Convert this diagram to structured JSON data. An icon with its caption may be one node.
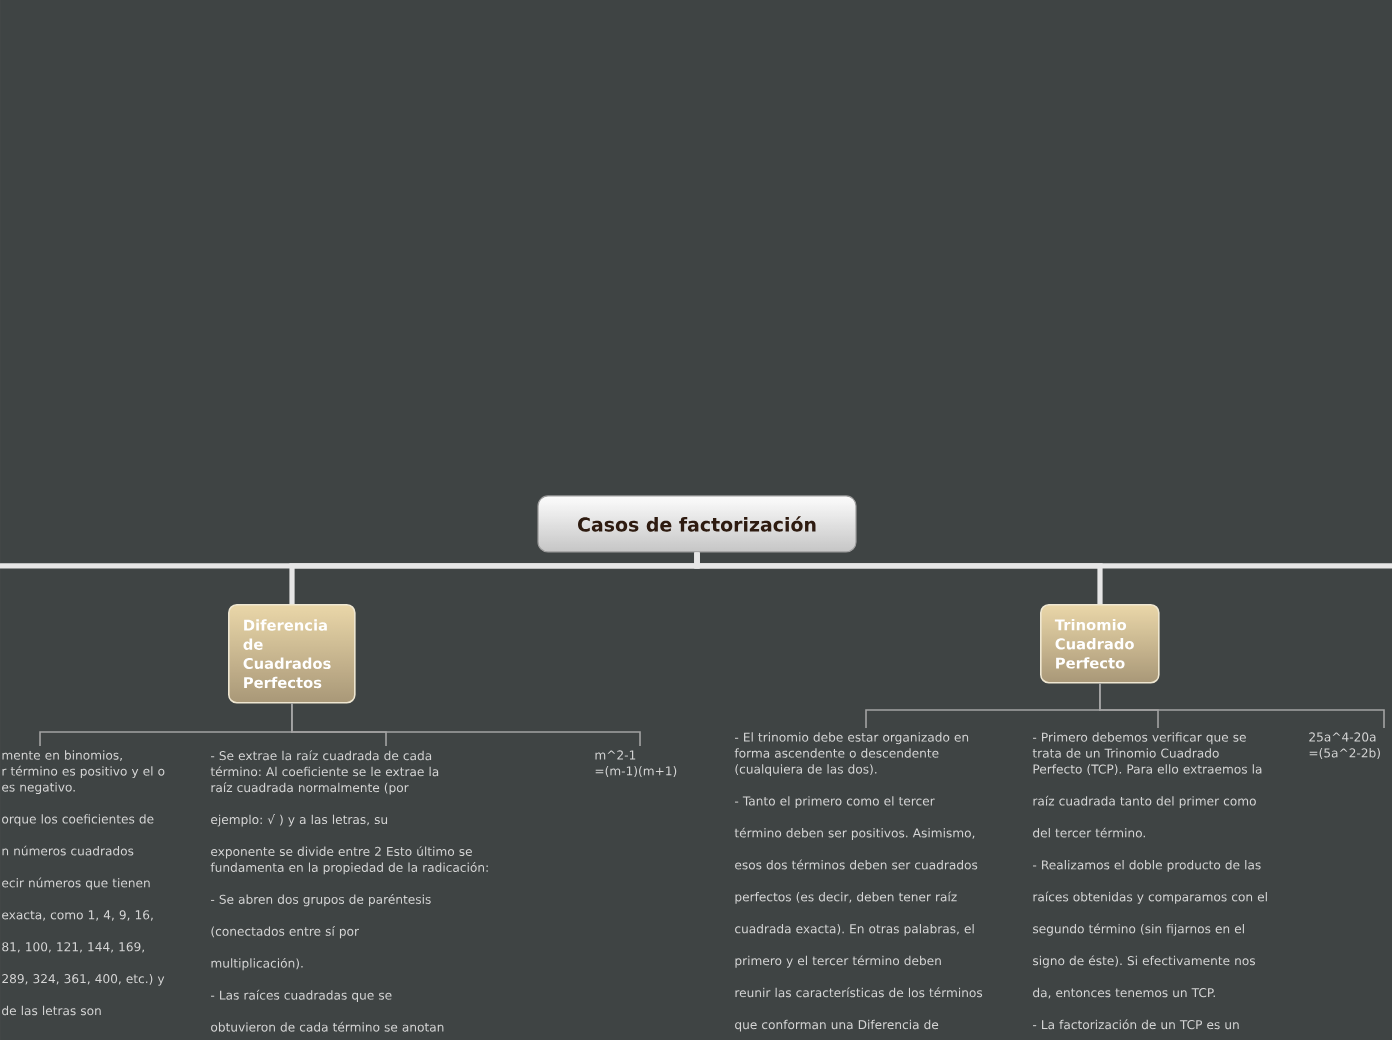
{
  "diagram": {
    "nodes": [
      {
        "text": [
          "Casos de factorización"
        ]
      },
      {
        "text": [
          "Diferencia de Cuadrados Perfectos"
        ]
      },
      {
        "text": [
          "Trinomio Cuadrado Perfecto"
        ]
      },
      {
        "text": [
          "mente en binomios, r término es positivo y el o es negativo.",
          "orque los coeficientes de",
          "n números cuadrados",
          "ecir números que tienen",
          "exacta, como 1, 4, 9, 16,",
          "81, 100, 121, 144, 169,",
          "289, 324, 361, 400, etc.) y",
          "de las letras son"
        ]
      },
      {
        "text": [
          "- Se extrae la raíz cuadrada de cada término: Al coeficiente se le extrae la raíz cuadrada normalmente (por",
          "ejemplo: √ ) y a las letras, su",
          "exponente se divide entre 2 Esto último se fundamenta en la propiedad de la radicación:",
          "- Se abren dos grupos de paréntesis",
          "(conectados entre sí por",
          "multiplicación).",
          "- Las raíces cuadradas que se",
          "obtuvieron de cada término se anotan"
        ]
      },
      {
        "text": [
          "m^2-1 =(m-1)(m+1)"
        ]
      },
      {
        "text": [
          "- El trinomio debe estar organizado en forma ascendente o descendente (cualquiera de las dos).",
          "- Tanto el primero como el tercer",
          "término deben ser positivos. Asimismo,",
          "esos dos términos deben ser cuadrados",
          "perfectos (es decir, deben tener raíz",
          "cuadrada exacta). En otras palabras, el",
          "primero y el tercer término deben",
          "reunir las características de los términos",
          "que conforman una Diferencia de"
        ]
      },
      {
        "text": [
          "- Primero debemos verificar que se trata de un Trinomio Cuadrado Perfecto (TCP). Para ello extraemos la",
          "raíz cuadrada tanto del primer como",
          "del tercer término.",
          "- Realizamos el doble producto de las",
          "raíces obtenidas y comparamos con el",
          "segundo término (sin fijarnos en el",
          "signo de éste). Si efectivamente nos",
          "da, entonces tenemos un TCP.",
          "- La factorización de un TCP es un"
        ]
      },
      {
        "text": [
          "25a^4-20a =(5a^2-2b)"
        ]
      }
    ],
    "edges": [
      {
        "from": 0,
        "to": 1,
        "arrow": "none",
        "style": "thick",
        "color": "#e6e6e6"
      },
      {
        "from": 0,
        "to": 2,
        "arrow": "none",
        "style": "thick",
        "color": "#e6e6e6"
      },
      {
        "from": 0,
        "to": null,
        "arrow": "none",
        "style": "thick",
        "color": "#e6e6e6"
      },
      {
        "from": 0,
        "to": null,
        "arrow": "none",
        "style": "thick",
        "color": "#e6e6e6"
      },
      {
        "from": 1,
        "to": 3,
        "arrow": "none"
      },
      {
        "from": 1,
        "to": 4,
        "arrow": "none"
      },
      {
        "from": 1,
        "to": 5,
        "arrow": "none"
      },
      {
        "from": 2,
        "to": 6,
        "arrow": "none"
      },
      {
        "from": 2,
        "to": 7,
        "arrow": "none"
      },
      {
        "from": 2,
        "to": 8,
        "arrow": "none"
      }
    ]
  }
}
